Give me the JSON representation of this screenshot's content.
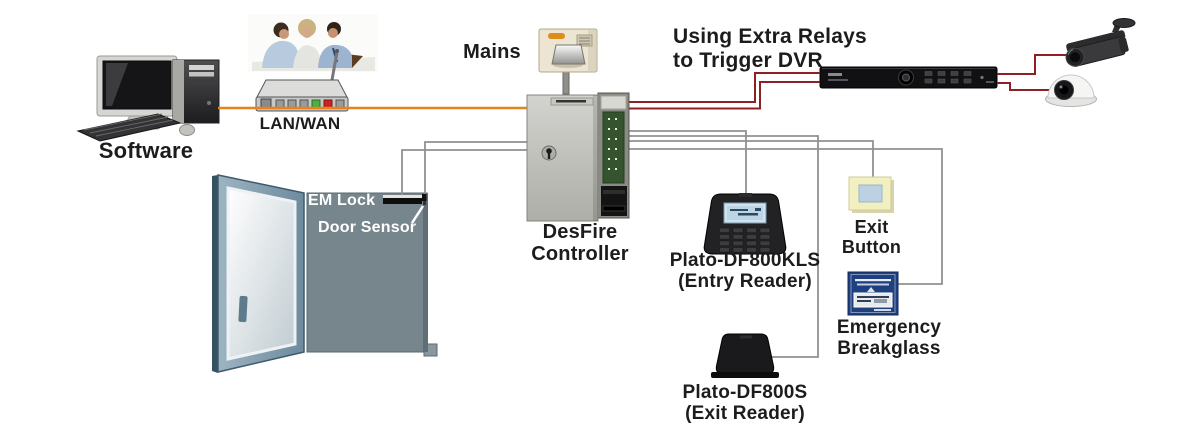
{
  "title": "DesFire access control system wiring diagram",
  "colors": {
    "background": "#ffffff",
    "wire_gray": "#919191",
    "wire_orange": "#e6831f",
    "wire_red": "#8e2025",
    "label_text": "#1c1c1c",
    "door_panel": "#77868d",
    "panel_label_text": "#ffffff",
    "breakglass_blue": "#1e3f80",
    "exit_button_plate": "#f2f0c0",
    "exit_button_key": "#bcd2e2",
    "mains_body": "#ece5d1"
  },
  "labels": {
    "software": "Software",
    "lan_wan": "LAN/WAN",
    "mains": "Mains",
    "controller": {
      "line1": "DesFire",
      "line2": "Controller"
    },
    "relays_note": {
      "line1": "Using Extra Relays",
      "line2": "to Trigger DVR"
    },
    "em_lock": "EM Lock",
    "door_sensor": "Door Sensor",
    "entry_reader": {
      "line1": "Plato-DF800KLS",
      "line2": "(Entry Reader)"
    },
    "exit_button": {
      "line1": "Exit",
      "line2": "Button"
    },
    "breakglass": {
      "line1": "Emergency",
      "line2": "Breakglass"
    },
    "exit_reader": {
      "line1": "Plato-DF800S",
      "line2": "(Exit Reader)"
    }
  }
}
